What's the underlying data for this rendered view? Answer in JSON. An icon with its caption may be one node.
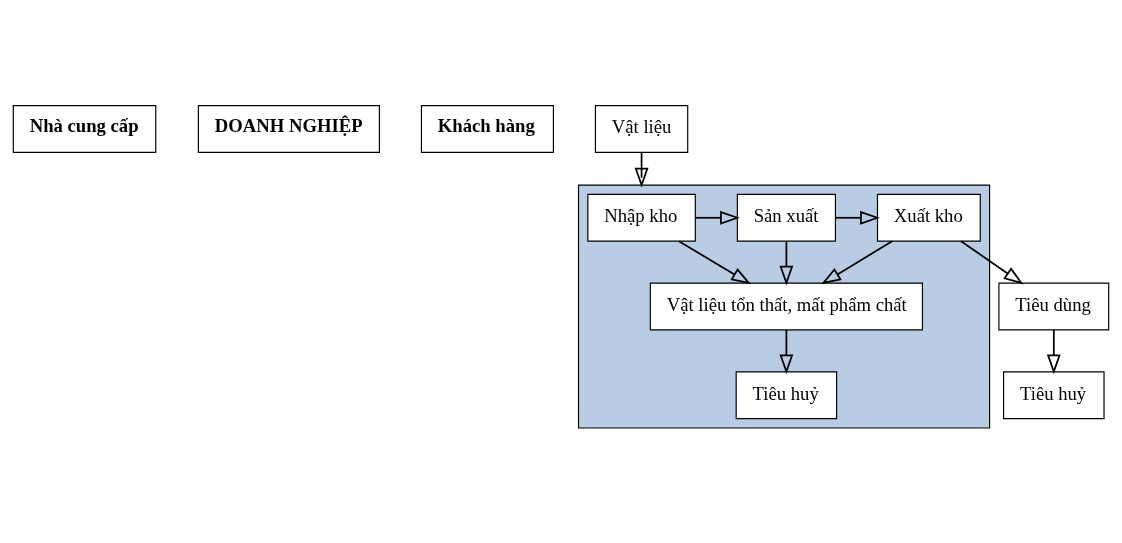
{
  "diagram": {
    "nodes": [
      {
        "text": [
          "Nhà cung cấp"
        ]
      },
      {
        "text": [
          "DOANH NGHIỆP"
        ]
      },
      {
        "text": [
          "Khách hàng"
        ]
      },
      {
        "text": [],
        "shape": "box"
      },
      {
        "text": [
          "Vật liệu"
        ]
      },
      {
        "text": [
          "Nhập kho"
        ],
        "in": 3
      },
      {
        "text": [
          "Sản xuất"
        ],
        "in": 3
      },
      {
        "text": [
          "Xuất kho"
        ],
        "in": 3
      },
      {
        "text": [
          "Tiêu dùng"
        ]
      },
      {
        "text": [
          "Vật liệu tổn thất, mất phẩm chất"
        ],
        "in": 3
      },
      {
        "text": [
          "Tiêu huỷ"
        ],
        "in": 3
      },
      {
        "text": [
          "Tiêu huỷ"
        ]
      }
    ],
    "edges": [
      {
        "from": 4,
        "to": 3,
        "arrow": "to"
      },
      {
        "from": 5,
        "to": 6,
        "arrow": "to"
      },
      {
        "from": 6,
        "to": 7,
        "arrow": "to"
      },
      {
        "from": 7,
        "to": 8,
        "arrow": "to"
      },
      {
        "from": 5,
        "to": 9,
        "arrow": "to"
      },
      {
        "from": 6,
        "to": 9,
        "arrow": "to"
      },
      {
        "from": 7,
        "to": 9,
        "arrow": "to"
      },
      {
        "from": 9,
        "to": 10,
        "arrow": "to"
      },
      {
        "from": 8,
        "to": 11,
        "arrow": "to"
      }
    ]
  }
}
